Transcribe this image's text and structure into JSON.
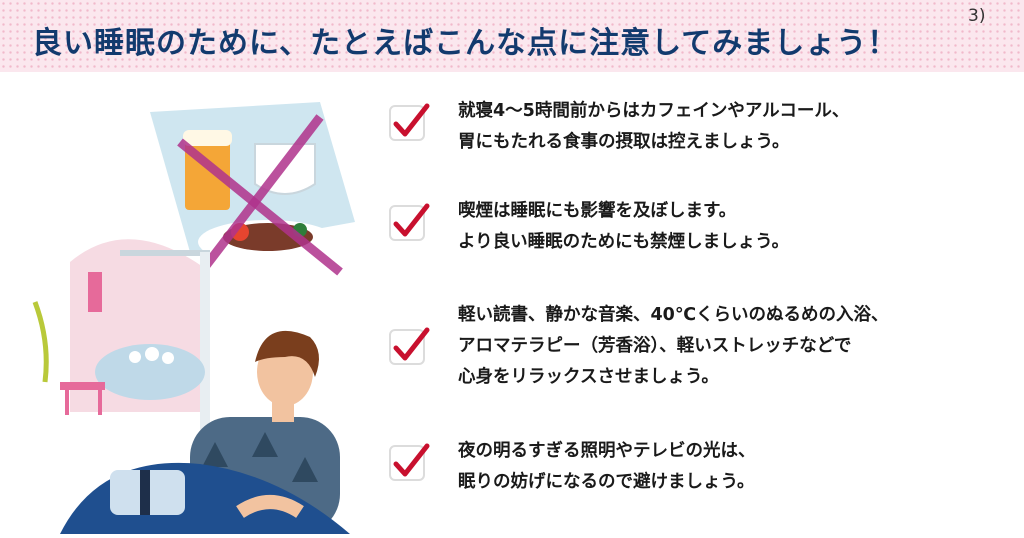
{
  "header": {
    "title": "良い睡眠のために、たとえばこんな点に注意してみましょう！",
    "reference": "3)"
  },
  "colors": {
    "title": "#123a6e",
    "check": "#c8102e",
    "header_bg": "#fbe7ee"
  },
  "illustration": {
    "description_icons": [
      "no-caffeine-alcohol-icon",
      "bath-icon",
      "sleeping-person-icon"
    ]
  },
  "tips": [
    {
      "lines": [
        "就寝4〜5時間前からはカフェインやアルコール、",
        "胃にもたれる食事の摂取は控えましょう。"
      ]
    },
    {
      "lines": [
        "喫煙は睡眠にも影響を及ぼします。",
        "より良い睡眠のためにも禁煙しましょう。"
      ]
    },
    {
      "lines": [
        "軽い読書、静かな音楽、40℃くらいのぬるめの入浴、",
        "アロマテラピー（芳香浴）、軽いストレッチなどで",
        "心身をリラックスさせましょう。"
      ]
    },
    {
      "lines": [
        "夜の明るすぎる照明やテレビの光は、",
        "眠りの妨げになるので避けましょう。"
      ]
    }
  ]
}
